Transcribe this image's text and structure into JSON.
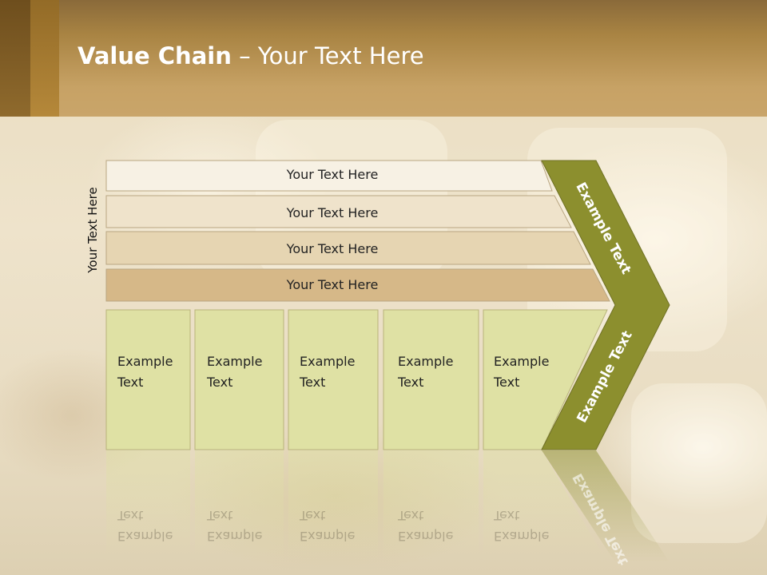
{
  "title": {
    "bold": "Value Chain",
    "rest": " – Your Text Here"
  },
  "side_label": "Your Text Here",
  "bands": [
    "Your Text Here",
    "Your Text Here",
    "Your Text Here",
    "Your Text Here"
  ],
  "boxes": [
    {
      "line1": "Example",
      "line2": "Text"
    },
    {
      "line1": "Example",
      "line2": "Text"
    },
    {
      "line1": "Example",
      "line2": "Text"
    },
    {
      "line1": "Example",
      "line2": "Text"
    },
    {
      "line1": "Example",
      "line2": "Text"
    }
  ],
  "arrow": {
    "upper_label": "Example Text",
    "lower_label": "Example Text"
  },
  "colors": {
    "header": "#c7a265",
    "band_1": "#f7f1e4",
    "band_2": "#efe3cb",
    "band_3": "#e6d5b2",
    "band_4": "#d6b888",
    "box": "#dfe1a4",
    "arrow": "#8c8f2e"
  }
}
